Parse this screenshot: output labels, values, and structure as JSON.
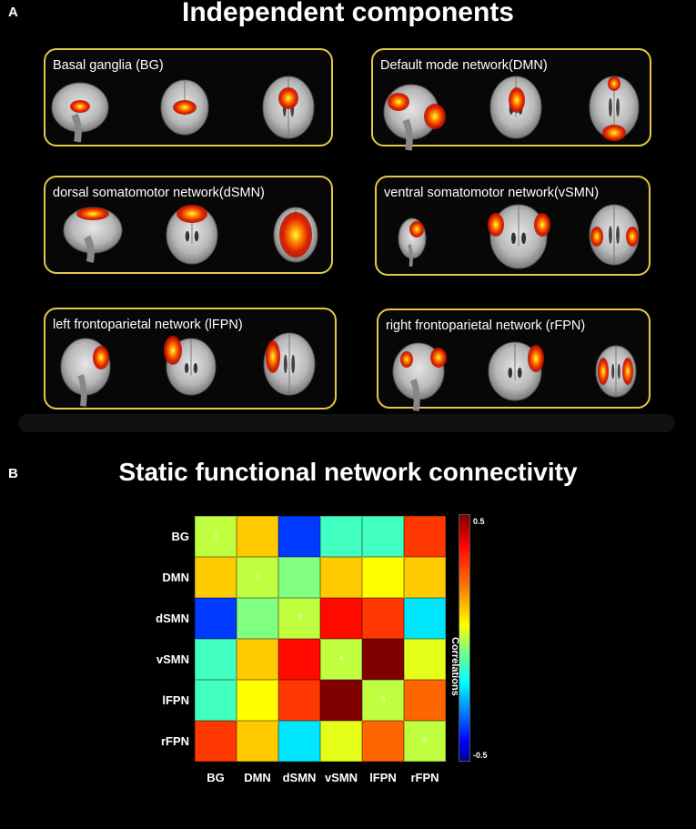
{
  "panelA": {
    "label": "A",
    "title": "Independent components",
    "components": [
      {
        "label": "Basal ganglia (BG)"
      },
      {
        "label": "Default mode network(DMN)"
      },
      {
        "label": "dorsal somatomotor network(dSMN)"
      },
      {
        "label": "ventral somatomotor network(vSMN)"
      },
      {
        "label": "left frontoparietal network (lFPN)"
      },
      {
        "label": "right frontoparietal network (rFPN)"
      }
    ]
  },
  "panelB": {
    "label": "B",
    "title": "Static functional network connectivity"
  },
  "colors": {
    "box_border": "#e7c845",
    "activation": "#ff3000"
  },
  "chart_data": {
    "type": "heatmap",
    "rows": [
      "BG",
      "DMN",
      "dSMN",
      "vSMN",
      "lFPN",
      "rFPN"
    ],
    "cols": [
      "BG",
      "DMN",
      "dSMN",
      "vSMN",
      "lFPN",
      "rFPN"
    ],
    "values": [
      [
        0.0,
        0.15,
        -0.3,
        -0.05,
        -0.05,
        0.3
      ],
      [
        0.15,
        0.0,
        0.0,
        0.15,
        0.1,
        0.15
      ],
      [
        -0.3,
        0.0,
        0.0,
        0.35,
        0.3,
        -0.12
      ],
      [
        -0.05,
        0.15,
        0.35,
        0.0,
        0.55,
        0.08
      ],
      [
        -0.05,
        0.1,
        0.3,
        0.55,
        0.0,
        0.25
      ],
      [
        0.3,
        0.15,
        -0.12,
        0.08,
        0.25,
        0.0
      ]
    ],
    "diagonal_labels": [
      "1",
      "2",
      "3",
      "4",
      "5",
      "6"
    ],
    "colorbar": {
      "label": "Correlations",
      "max": 0.5,
      "min": -0.5,
      "max_label": "0.5",
      "min_label": "-0.5"
    }
  }
}
